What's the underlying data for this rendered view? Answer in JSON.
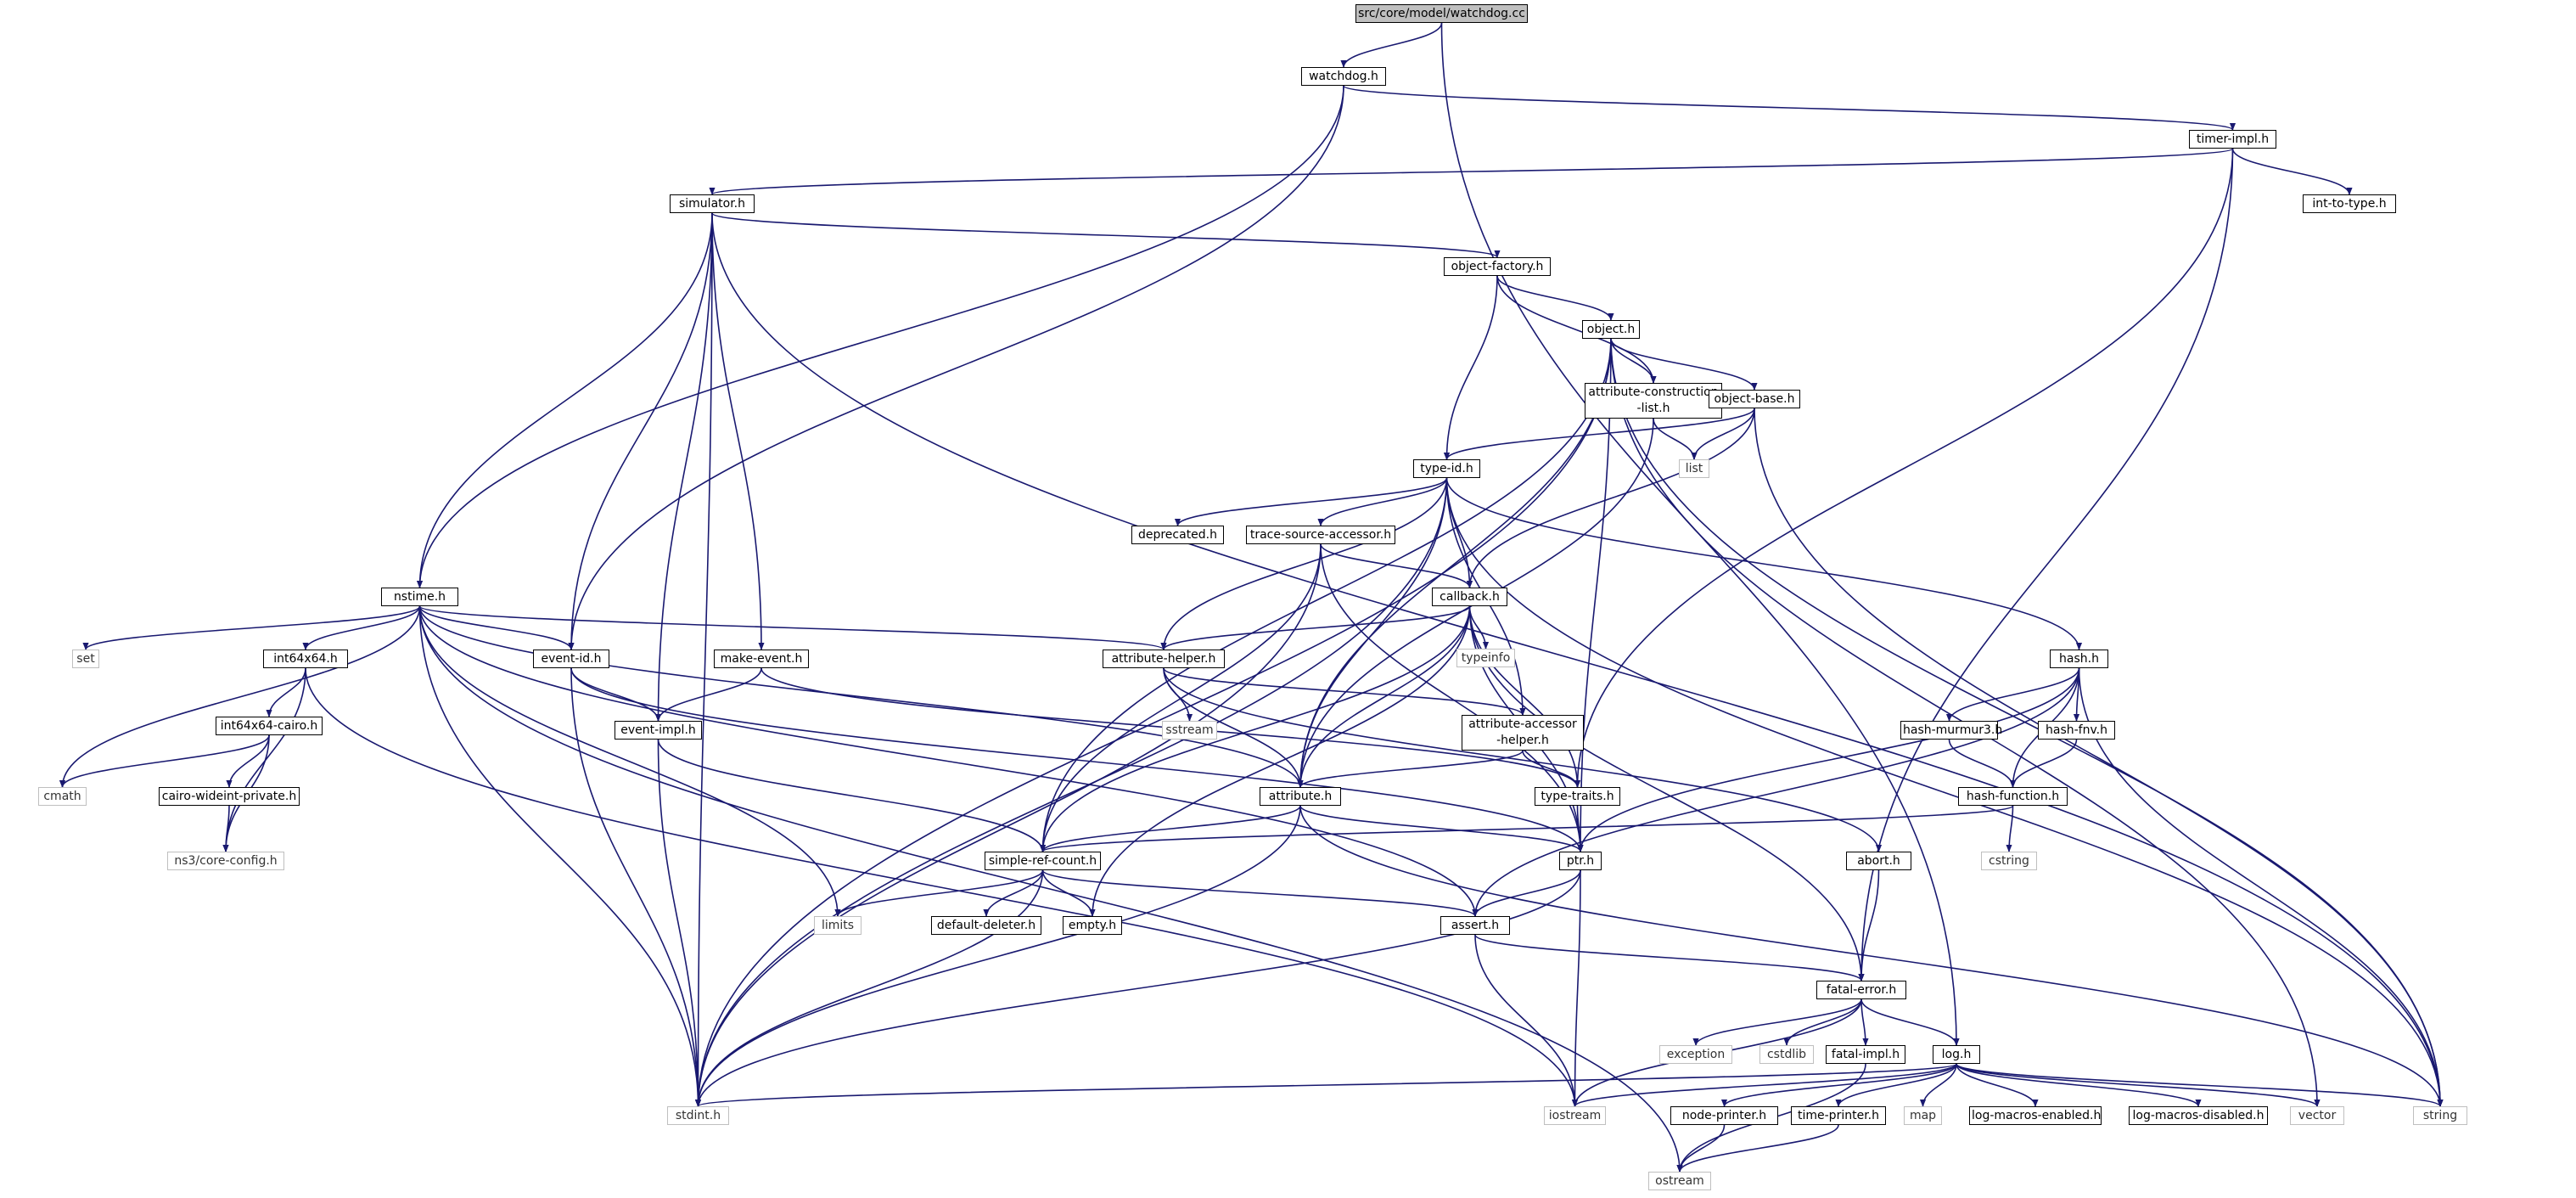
{
  "colors": {
    "edge": "#191970",
    "root_fill": "#bfbfbf",
    "node_border": "#000000",
    "system_border": "#bfbfbf",
    "background": "#ffffff"
  },
  "graph": {
    "nodes": [
      {
        "id": "root",
        "label": "src/core/model/watchdog.cc",
        "kind": "root"
      },
      {
        "id": "watchdog",
        "label": "watchdog.h",
        "kind": "project"
      },
      {
        "id": "timerimpl",
        "label": "timer-impl.h",
        "kind": "project"
      },
      {
        "id": "inttotype",
        "label": "int-to-type.h",
        "kind": "project"
      },
      {
        "id": "simulator",
        "label": "simulator.h",
        "kind": "project"
      },
      {
        "id": "objectfactory",
        "label": "object-factory.h",
        "kind": "project"
      },
      {
        "id": "object",
        "label": "object.h",
        "kind": "project"
      },
      {
        "id": "attrconstr",
        "label": "attribute-construction\n-list.h",
        "kind": "project"
      },
      {
        "id": "objectbase",
        "label": "object-base.h",
        "kind": "project"
      },
      {
        "id": "list",
        "label": "list",
        "kind": "system"
      },
      {
        "id": "typeid",
        "label": "type-id.h",
        "kind": "project"
      },
      {
        "id": "deprecated",
        "label": "deprecated.h",
        "kind": "project"
      },
      {
        "id": "tracesrc",
        "label": "trace-source-accessor.h",
        "kind": "project"
      },
      {
        "id": "callback",
        "label": "callback.h",
        "kind": "project"
      },
      {
        "id": "typeinfo",
        "label": "typeinfo",
        "kind": "system"
      },
      {
        "id": "nstime",
        "label": "nstime.h",
        "kind": "project"
      },
      {
        "id": "set",
        "label": "set",
        "kind": "system"
      },
      {
        "id": "int64x64",
        "label": "int64x64.h",
        "kind": "project"
      },
      {
        "id": "eventid",
        "label": "event-id.h",
        "kind": "project"
      },
      {
        "id": "makeevent",
        "label": "make-event.h",
        "kind": "project"
      },
      {
        "id": "attrhelper",
        "label": "attribute-helper.h",
        "kind": "project"
      },
      {
        "id": "hash",
        "label": "hash.h",
        "kind": "project"
      },
      {
        "id": "sstream",
        "label": "sstream",
        "kind": "system"
      },
      {
        "id": "hashmurmur",
        "label": "hash-murmur3.h",
        "kind": "project"
      },
      {
        "id": "hashfnv",
        "label": "hash-fnv.h",
        "kind": "project"
      },
      {
        "id": "int64cairo",
        "label": "int64x64-cairo.h",
        "kind": "project"
      },
      {
        "id": "eventimpl",
        "label": "event-impl.h",
        "kind": "project"
      },
      {
        "id": "attraccessor",
        "label": "attribute-accessor\n-helper.h",
        "kind": "project"
      },
      {
        "id": "cmath",
        "label": "cmath",
        "kind": "system"
      },
      {
        "id": "cairowide",
        "label": "cairo-wideint-private.h",
        "kind": "project"
      },
      {
        "id": "attribute",
        "label": "attribute.h",
        "kind": "project"
      },
      {
        "id": "typetraits",
        "label": "type-traits.h",
        "kind": "project"
      },
      {
        "id": "hashfunction",
        "label": "hash-function.h",
        "kind": "project"
      },
      {
        "id": "ns3config",
        "label": "ns3/core-config.h",
        "kind": "system"
      },
      {
        "id": "simplerefcount",
        "label": "simple-ref-count.h",
        "kind": "project"
      },
      {
        "id": "ptr",
        "label": "ptr.h",
        "kind": "project"
      },
      {
        "id": "abort",
        "label": "abort.h",
        "kind": "project"
      },
      {
        "id": "cstring",
        "label": "cstring",
        "kind": "system"
      },
      {
        "id": "limits",
        "label": "limits",
        "kind": "system"
      },
      {
        "id": "defaultdeleter",
        "label": "default-deleter.h",
        "kind": "project"
      },
      {
        "id": "empty",
        "label": "empty.h",
        "kind": "project"
      },
      {
        "id": "assert",
        "label": "assert.h",
        "kind": "project"
      },
      {
        "id": "fatalerror",
        "label": "fatal-error.h",
        "kind": "project"
      },
      {
        "id": "exception",
        "label": "exception",
        "kind": "system"
      },
      {
        "id": "cstdlib",
        "label": "cstdlib",
        "kind": "system"
      },
      {
        "id": "fatalimpl",
        "label": "fatal-impl.h",
        "kind": "project"
      },
      {
        "id": "log",
        "label": "log.h",
        "kind": "project"
      },
      {
        "id": "stdint",
        "label": "stdint.h",
        "kind": "system"
      },
      {
        "id": "iostream",
        "label": "iostream",
        "kind": "system"
      },
      {
        "id": "nodeprinter",
        "label": "node-printer.h",
        "kind": "project"
      },
      {
        "id": "timeprinter",
        "label": "time-printer.h",
        "kind": "project"
      },
      {
        "id": "map",
        "label": "map",
        "kind": "system"
      },
      {
        "id": "logenabled",
        "label": "log-macros-enabled.h",
        "kind": "project"
      },
      {
        "id": "logdisabled",
        "label": "log-macros-disabled.h",
        "kind": "project"
      },
      {
        "id": "vector",
        "label": "vector",
        "kind": "system"
      },
      {
        "id": "string",
        "label": "string",
        "kind": "system"
      },
      {
        "id": "ostream",
        "label": "ostream",
        "kind": "system"
      }
    ],
    "edges": [
      [
        "root",
        "watchdog"
      ],
      [
        "root",
        "log"
      ],
      [
        "watchdog",
        "nstime"
      ],
      [
        "watchdog",
        "eventid"
      ],
      [
        "watchdog",
        "timerimpl"
      ],
      [
        "timerimpl",
        "simulator"
      ],
      [
        "timerimpl",
        "inttotype"
      ],
      [
        "timerimpl",
        "typetraits"
      ],
      [
        "timerimpl",
        "fatalerror"
      ],
      [
        "simulator",
        "nstime"
      ],
      [
        "simulator",
        "eventid"
      ],
      [
        "simulator",
        "eventimpl"
      ],
      [
        "simulator",
        "makeevent"
      ],
      [
        "simulator",
        "objectfactory"
      ],
      [
        "simulator",
        "stdint"
      ],
      [
        "simulator",
        "string"
      ],
      [
        "objectfactory",
        "object"
      ],
      [
        "objectfactory",
        "attrconstr"
      ],
      [
        "objectfactory",
        "typeid"
      ],
      [
        "object",
        "attrconstr"
      ],
      [
        "object",
        "objectbase"
      ],
      [
        "object",
        "attribute"
      ],
      [
        "object",
        "simplerefcount"
      ],
      [
        "object",
        "ptr"
      ],
      [
        "object",
        "stdint"
      ],
      [
        "object",
        "vector"
      ],
      [
        "object",
        "string"
      ],
      [
        "attrconstr",
        "list"
      ],
      [
        "attrconstr",
        "attribute"
      ],
      [
        "objectbase",
        "list"
      ],
      [
        "objectbase",
        "typeid"
      ],
      [
        "objectbase",
        "callback"
      ],
      [
        "objectbase",
        "string"
      ],
      [
        "typeid",
        "deprecated"
      ],
      [
        "typeid",
        "tracesrc"
      ],
      [
        "typeid",
        "callback"
      ],
      [
        "typeid",
        "attrhelper"
      ],
      [
        "typeid",
        "attraccessor"
      ],
      [
        "typeid",
        "attribute"
      ],
      [
        "typeid",
        "hash"
      ],
      [
        "typeid",
        "stdint"
      ],
      [
        "typeid",
        "string"
      ],
      [
        "tracesrc",
        "callback"
      ],
      [
        "tracesrc",
        "simplerefcount"
      ],
      [
        "tracesrc",
        "ptr"
      ],
      [
        "tracesrc",
        "stdint"
      ],
      [
        "callback",
        "typeinfo"
      ],
      [
        "callback",
        "attrhelper"
      ],
      [
        "callback",
        "attribute"
      ],
      [
        "callback",
        "simplerefcount"
      ],
      [
        "callback",
        "typetraits"
      ],
      [
        "callback",
        "ptr"
      ],
      [
        "callback",
        "empty"
      ],
      [
        "callback",
        "fatalerror"
      ],
      [
        "nstime",
        "set"
      ],
      [
        "nstime",
        "int64x64"
      ],
      [
        "nstime",
        "eventid"
      ],
      [
        "nstime",
        "attrhelper"
      ],
      [
        "nstime",
        "attribute"
      ],
      [
        "nstime",
        "assert"
      ],
      [
        "nstime",
        "limits"
      ],
      [
        "nstime",
        "cmath"
      ],
      [
        "nstime",
        "stdint"
      ],
      [
        "nstime",
        "ostream"
      ],
      [
        "int64x64",
        "int64cairo"
      ],
      [
        "int64x64",
        "ns3config"
      ],
      [
        "int64x64",
        "iostream"
      ],
      [
        "int64cairo",
        "cairowide"
      ],
      [
        "int64cairo",
        "ns3config"
      ],
      [
        "int64cairo",
        "cmath"
      ],
      [
        "cairowide",
        "ns3config"
      ],
      [
        "eventid",
        "eventimpl"
      ],
      [
        "eventid",
        "ptr"
      ],
      [
        "eventid",
        "stdint"
      ],
      [
        "makeevent",
        "eventimpl"
      ],
      [
        "makeevent",
        "typetraits"
      ],
      [
        "eventimpl",
        "simplerefcount"
      ],
      [
        "eventimpl",
        "stdint"
      ],
      [
        "attrhelper",
        "sstream"
      ],
      [
        "attrhelper",
        "attraccessor"
      ],
      [
        "attrhelper",
        "attribute"
      ],
      [
        "attrhelper",
        "abort"
      ],
      [
        "attraccessor",
        "attribute"
      ],
      [
        "attraccessor",
        "typetraits"
      ],
      [
        "attribute",
        "simplerefcount"
      ],
      [
        "attribute",
        "ptr"
      ],
      [
        "attribute",
        "stdint"
      ],
      [
        "attribute",
        "string"
      ],
      [
        "typetraits",
        "ptr"
      ],
      [
        "hash",
        "hashmurmur"
      ],
      [
        "hash",
        "hashfnv"
      ],
      [
        "hash",
        "hashfunction"
      ],
      [
        "hash",
        "assert"
      ],
      [
        "hash",
        "ptr"
      ],
      [
        "hash",
        "string"
      ],
      [
        "hashmurmur",
        "hashfunction"
      ],
      [
        "hashfnv",
        "hashfunction"
      ],
      [
        "hashfunction",
        "simplerefcount"
      ],
      [
        "hashfunction",
        "cstring"
      ],
      [
        "simplerefcount",
        "limits"
      ],
      [
        "simplerefcount",
        "defaultdeleter"
      ],
      [
        "simplerefcount",
        "empty"
      ],
      [
        "simplerefcount",
        "assert"
      ],
      [
        "simplerefcount",
        "stdint"
      ],
      [
        "ptr",
        "assert"
      ],
      [
        "ptr",
        "iostream"
      ],
      [
        "ptr",
        "stdint"
      ],
      [
        "abort",
        "fatalerror"
      ],
      [
        "assert",
        "fatalerror"
      ],
      [
        "assert",
        "iostream"
      ],
      [
        "fatalerror",
        "exception"
      ],
      [
        "fatalerror",
        "cstdlib"
      ],
      [
        "fatalerror",
        "fatalimpl"
      ],
      [
        "fatalerror",
        "log"
      ],
      [
        "fatalerror",
        "iostream"
      ],
      [
        "fatalimpl",
        "ostream"
      ],
      [
        "log",
        "stdint"
      ],
      [
        "log",
        "iostream"
      ],
      [
        "log",
        "nodeprinter"
      ],
      [
        "log",
        "timeprinter"
      ],
      [
        "log",
        "map"
      ],
      [
        "log",
        "logenabled"
      ],
      [
        "log",
        "logdisabled"
      ],
      [
        "log",
        "vector"
      ],
      [
        "log",
        "string"
      ],
      [
        "nodeprinter",
        "ostream"
      ],
      [
        "timeprinter",
        "ostream"
      ]
    ]
  }
}
